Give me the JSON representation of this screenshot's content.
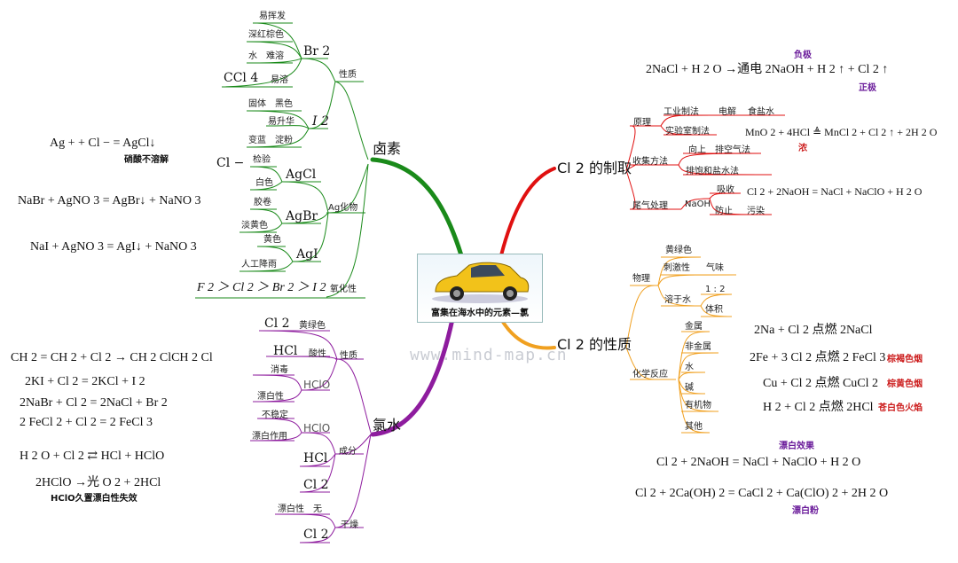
{
  "center": {
    "title": "富集在海水中的元素—氯",
    "watermark": "www.mind-map.cn",
    "image": "yellow-car"
  },
  "colors": {
    "halogen": "#1a8a1a",
    "chlorine_water": "#8e1c9e",
    "prep": "#e01010",
    "prop": "#f0a020"
  },
  "halogen": {
    "label": "卤素",
    "props": {
      "label": "性质",
      "br2": {
        "label": "Br 2",
        "items": [
          "易挥发",
          "深红棕色",
          "水　难溶",
          "易溶"
        ],
        "ccl4": "CCl 4"
      },
      "i2": {
        "label": "I 2",
        "items": [
          "固体　黑色",
          "易升华",
          "变蓝　淀粉"
        ]
      }
    },
    "ag": {
      "label": "Ag化物",
      "agcl": {
        "label": "AgCl",
        "items": [
          "检验",
          "白色"
        ],
        "ion": "Cl −"
      },
      "agbr": {
        "label": "AgBr",
        "items": [
          "胶卷",
          "淡黄色"
        ]
      },
      "agi": {
        "label": "AgI",
        "items": [
          "黄色",
          "人工降雨"
        ]
      }
    },
    "oxidation": {
      "label": "氧化性",
      "order": "F 2 ＞ Cl 2 ＞ Br 2 ＞ I 2"
    },
    "equations": [
      "Ag + + Cl − = AgCl↓",
      "NaBr + AgNO 3 = AgBr↓ + NaNO 3",
      "NaI + AgNO 3 = AgI↓ + NaNO 3"
    ],
    "note": "硝酸不溶解"
  },
  "water": {
    "label": "氯水",
    "props": {
      "label": "性质",
      "cl2": {
        "label": "Cl 2",
        "item": "黄绿色"
      },
      "hcl": {
        "label": "HCl",
        "item": "酸性"
      },
      "hclo": {
        "label": "HClO",
        "items": [
          "消毒",
          "漂白性"
        ]
      }
    },
    "comp": {
      "label": "成分",
      "hclo": "HClO",
      "items": [
        "不稳定",
        "漂白作用"
      ],
      "hcl": "HCl",
      "cl2": "Cl 2"
    },
    "dry": {
      "label": "干燥",
      "cl2": "Cl 2",
      "item": "漂白性　无"
    },
    "equations": [
      "CH 2 = CH 2 + Cl 2 → CH 2 ClCH 2 Cl",
      "2KI + Cl 2 = 2KCl + I 2",
      "2NaBr + Cl 2 = 2NaCl + Br 2",
      "2 FeCl 2 + Cl 2 = 2 FeCl 3",
      "H 2 O + Cl 2 ⇄ HCl + HClO",
      "2HClO →光 O 2 + 2HCl"
    ],
    "note": "HClO久置漂白性失效"
  },
  "prep": {
    "label": "Cl 2 的制取",
    "principle": {
      "label": "原理",
      "industry": "工业制法",
      "electrolysis": "电解",
      "salt": "食盐水",
      "lab": "实验室制法"
    },
    "collect": {
      "label": "收集方法",
      "up": "向上",
      "air": "排空气法",
      "sat": "排饱和盐水法"
    },
    "tail": {
      "label": "尾气处理",
      "naoh": "NaOH",
      "absorb": "吸收",
      "prevent": "防止",
      "pollution": "污染"
    },
    "top_eq": "2NaCl + H 2 O →通电 2NaOH + H 2 ↑ + Cl 2 ↑",
    "neg": "负极",
    "pos": "正极",
    "lab_eq": "MnO 2 + 4HCl ≜ MnCl 2 + Cl 2 ↑ + 2H 2 O",
    "conc": "浓",
    "tail_eq": "Cl 2 + 2NaOH = NaCl + NaClO + H 2 O"
  },
  "prop": {
    "label": "Cl 2 的性质",
    "physical": {
      "label": "物理",
      "color": "黄绿色",
      "smell_a": "刺激性",
      "smell_b": "气味",
      "sol": "溶于水",
      "ratio": "1 : 2",
      "vol": "体积"
    },
    "chem": {
      "label": "化学反应",
      "items": [
        "金属",
        "非金属",
        "水",
        "碱",
        "有机物",
        "其他"
      ]
    },
    "equations": [
      "2Na + Cl 2 点燃 2NaCl",
      "2Fe + 3 Cl 2 点燃 2 FeCl 3",
      "Cu + Cl 2 点燃 CuCl 2",
      "H 2 + Cl 2 点燃 2HCl"
    ],
    "notes": [
      "棕褐色烟",
      "棕黄色烟",
      "苍白色火焰"
    ],
    "bleach_effect": "漂白效果",
    "bleach_powder": "漂白粉",
    "eq_naoh": "Cl 2 + 2NaOH = NaCl + NaClO + H 2 O",
    "eq_ca": "Cl 2 + 2Ca(OH) 2 = CaCl 2 + Ca(ClO) 2 + 2H 2 O"
  }
}
